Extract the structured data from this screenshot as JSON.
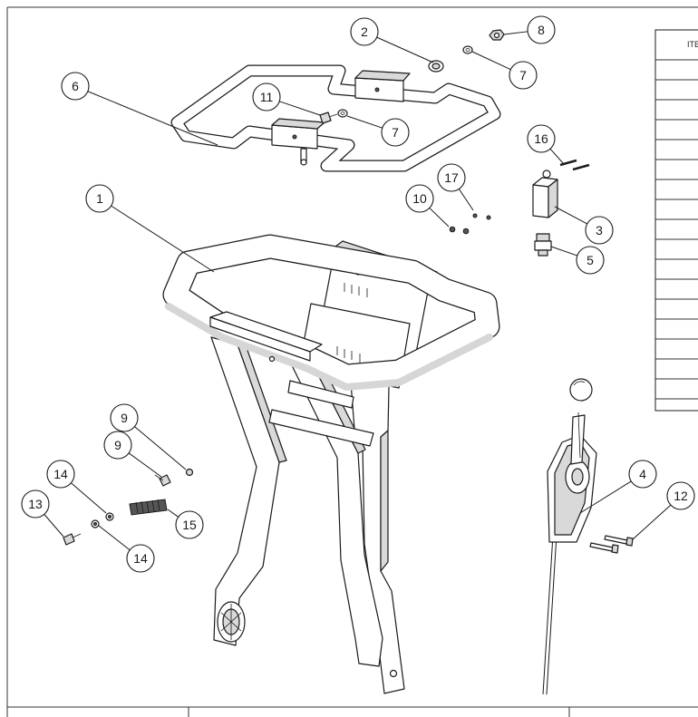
{
  "balloons": [
    {
      "id": "b2",
      "label": "2"
    },
    {
      "id": "b8",
      "label": "8"
    },
    {
      "id": "b7a",
      "label": "7"
    },
    {
      "id": "b6",
      "label": "6"
    },
    {
      "id": "b11",
      "label": "11"
    },
    {
      "id": "b7b",
      "label": "7"
    },
    {
      "id": "b16",
      "label": "16"
    },
    {
      "id": "b17",
      "label": "17"
    },
    {
      "id": "b10",
      "label": "10"
    },
    {
      "id": "b1",
      "label": "1"
    },
    {
      "id": "b3",
      "label": "3"
    },
    {
      "id": "b5",
      "label": "5"
    },
    {
      "id": "b9a",
      "label": "9"
    },
    {
      "id": "b9b",
      "label": "9"
    },
    {
      "id": "b14a",
      "label": "14"
    },
    {
      "id": "b13",
      "label": "13"
    },
    {
      "id": "b15",
      "label": "15"
    },
    {
      "id": "b14b",
      "label": "14"
    },
    {
      "id": "b4",
      "label": "4"
    },
    {
      "id": "b12",
      "label": "12"
    }
  ],
  "bom": {
    "header_fragment": "ITE",
    "visible_rows": 17
  }
}
